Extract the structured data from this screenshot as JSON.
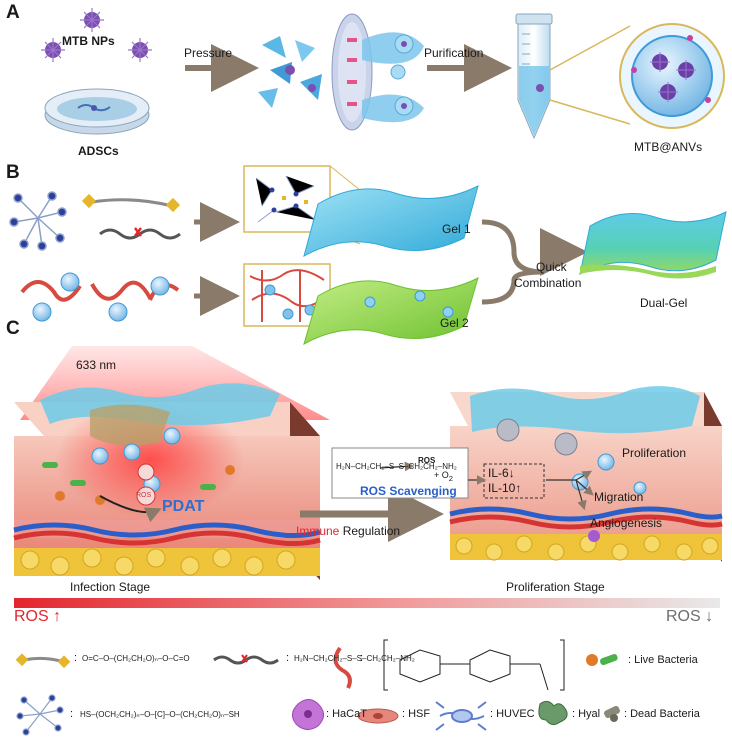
{
  "colors": {
    "arrow": "#8a7a6a",
    "gel1": "#5cc6e8",
    "gel2": "#8fd24a",
    "skin": "#f2b7a6",
    "fat": "#f0c43a",
    "ros_red": "#e3262e",
    "ros_gray": "#6e6e6e",
    "pdat_blue": "#2e6fd0",
    "scavenge_blue": "#2b5fc8"
  },
  "panels": {
    "a": {
      "letter": "A",
      "mtb_nps": "MTB NPs",
      "adscs": "ADSCs",
      "pressure": "Pressure",
      "purification": "Purification",
      "product": "MTB@ANVs"
    },
    "b": {
      "letter": "B",
      "gel1": "Gel 1",
      "gel2": "Gel 2",
      "quick": "Quick",
      "combination": "Combination",
      "dual": "Dual-Gel"
    },
    "c": {
      "letter": "C",
      "laser": "633 nm",
      "ros": "ROS",
      "pdat": "PDAT",
      "immune": "Immune",
      "regulation": "Regulation",
      "scheme_ros": "ROS",
      "scheme_o2": "+ O",
      "scheme_o2_sub": "2",
      "scavenging": "ROS Scavenging",
      "il6": "IL-6",
      "il10": "IL-10",
      "down": "↓",
      "up": "↑",
      "proliferation": "Proliferation",
      "migration": "Migration",
      "angiogenesis": "Angiogenesis",
      "infection_stage": "Infection Stage",
      "proliferation_stage": "Proliferation Stage",
      "ros_left": "ROS",
      "ros_right": "ROS"
    }
  },
  "legend": {
    "chain_formula": "H₂N–CH₂CH₂–S–S–CH₂CH₂–NH₂",
    "peg_formula": "HS–(OCH₂CH₂)ₙ–O–[C]–O–(CH₂CH₂O)ₙ–SH",
    "live_bacteria": ": Live Bacteria",
    "hacat": ": HaCaT",
    "hsf": ": HSF",
    "huvec": ": HUVEC",
    "hyal": ": Hyal",
    "dead_bacteria": ": Dead Bacteria"
  }
}
